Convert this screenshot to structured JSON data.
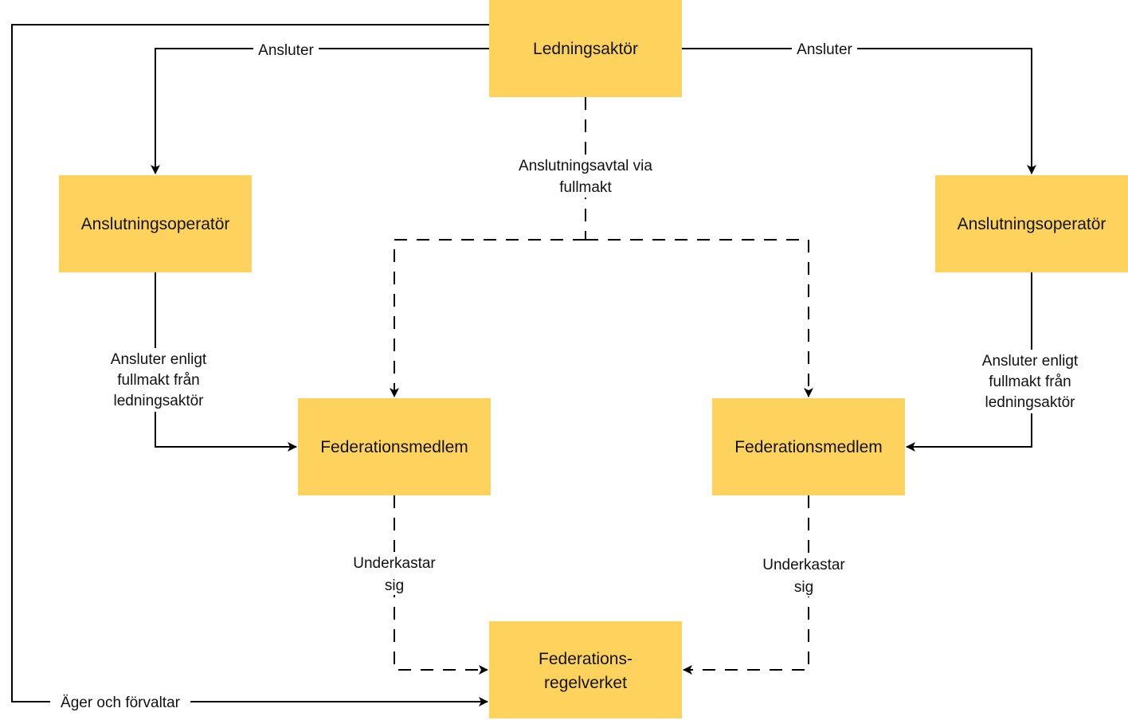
{
  "diagram": {
    "colors": {
      "node_fill": "#FDD35D",
      "line": "#000000",
      "text": "#111111"
    },
    "nodes": {
      "ledningsaktor": "Ledningsaktör",
      "operator_left": "Anslutningsoperatör",
      "operator_right": "Anslutningsoperatör",
      "member_left": "Federationsmedlem",
      "member_right": "Federationsmedlem",
      "regelverket": [
        "Federations-",
        "regelverket"
      ]
    },
    "edges": {
      "connects_left": "Ansluter",
      "connects_right": "Ansluter",
      "agreement": [
        "Anslutningsavtal via",
        "fullmakt"
      ],
      "proxy_left": [
        "Ansluter enligt",
        "fullmakt från",
        "ledningsaktör"
      ],
      "proxy_right": [
        "Ansluter enligt",
        "fullmakt från",
        "ledningsaktör"
      ],
      "submits_left": [
        "Underkastar",
        "sig"
      ],
      "submits_right": [
        "Underkastar",
        "sig"
      ],
      "owns": "Äger och förvaltar"
    }
  }
}
